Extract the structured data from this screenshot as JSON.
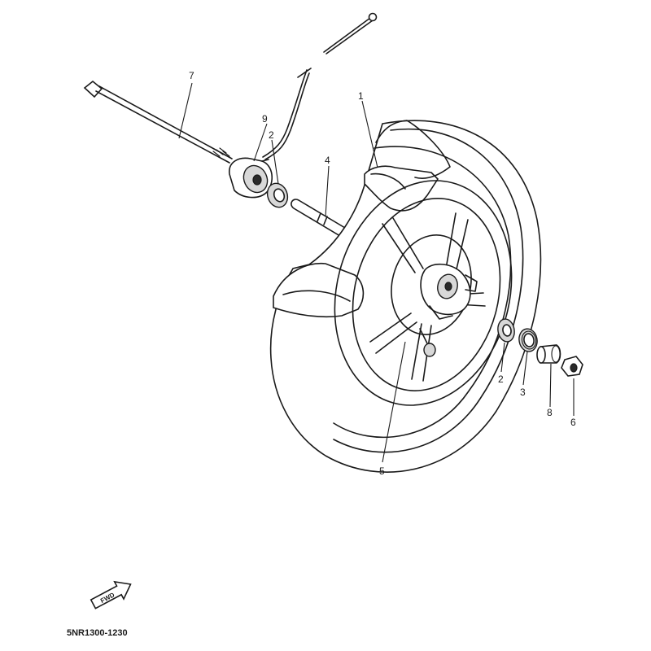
{
  "diagram": {
    "part_code": "5NR1300-1230",
    "fwd_label": "FWD",
    "callouts": {
      "c1": "1",
      "c2a": "2",
      "c2b": "2",
      "c3": "3",
      "c4": "4",
      "c5": "5",
      "c6": "6",
      "c7": "7",
      "c8": "8",
      "c9": "9"
    }
  }
}
